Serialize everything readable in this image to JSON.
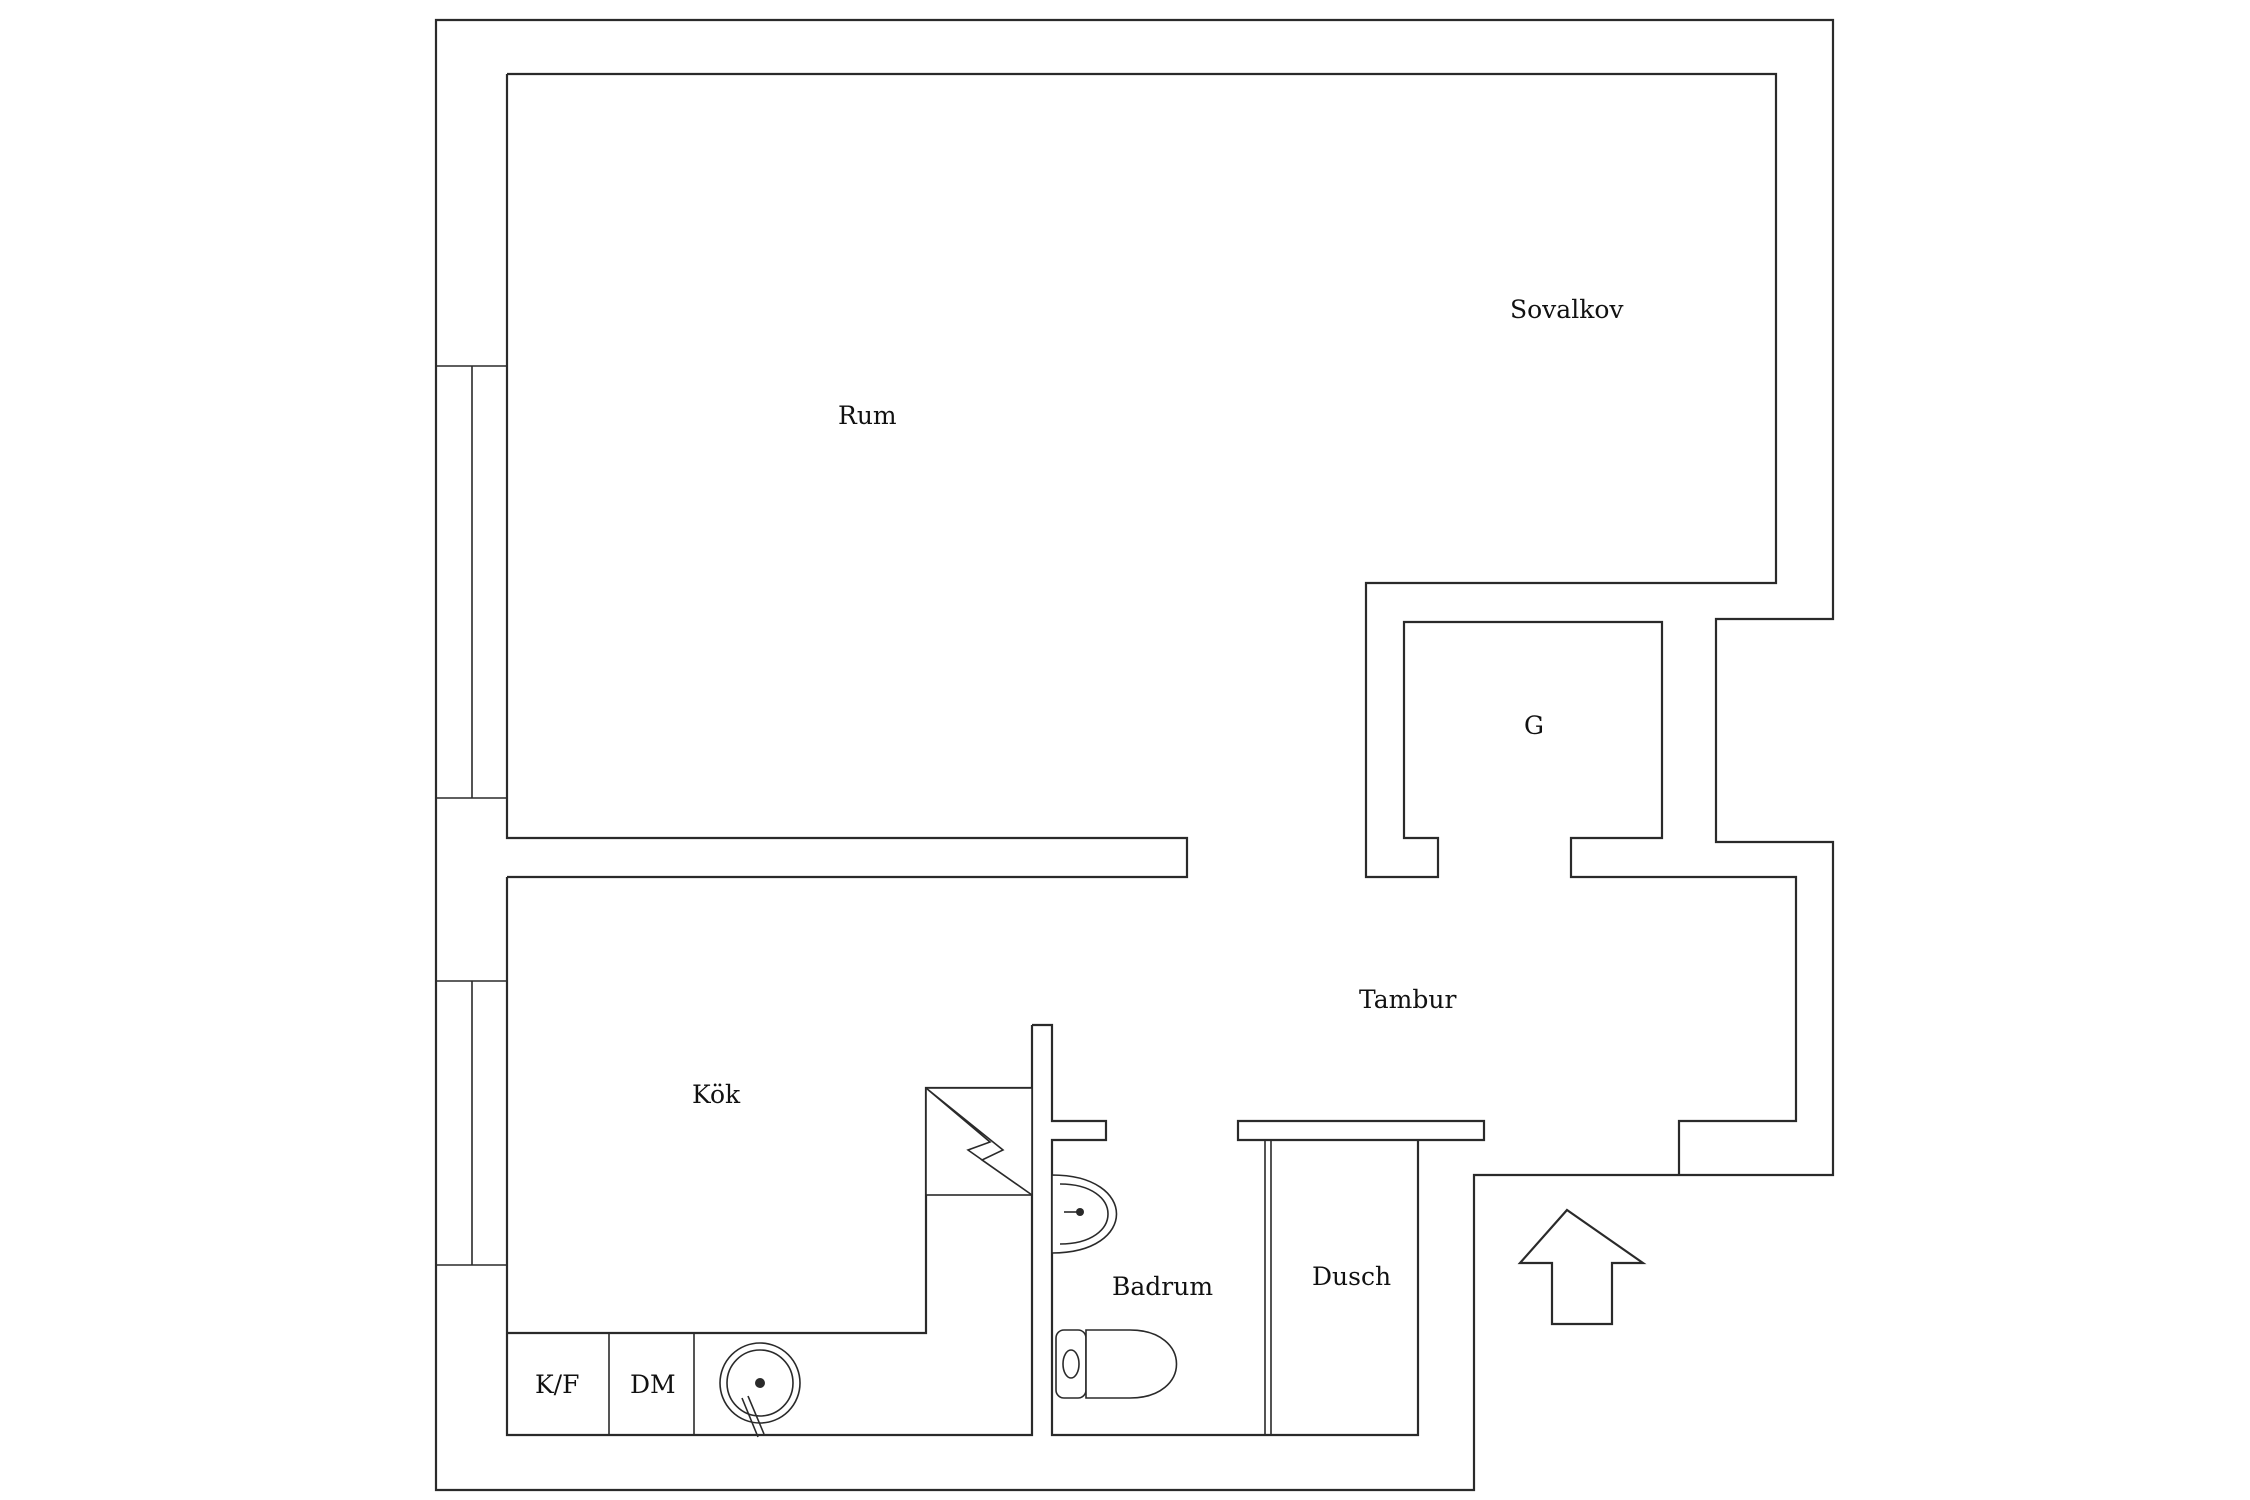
{
  "rooms": {
    "rum": "Rum",
    "sovalkov": "Sovalkov",
    "g": "G",
    "tambur": "Tambur",
    "kok": "Kök",
    "badrum": "Badrum",
    "dusch": "Dusch",
    "kf": "K/F",
    "dm": "DM"
  },
  "colors": {
    "line": "#2a2a2a",
    "background": "#ffffff"
  },
  "icons": {
    "entrance": "entrance-arrow-icon",
    "chimney": "electrical-shaft-icon"
  }
}
